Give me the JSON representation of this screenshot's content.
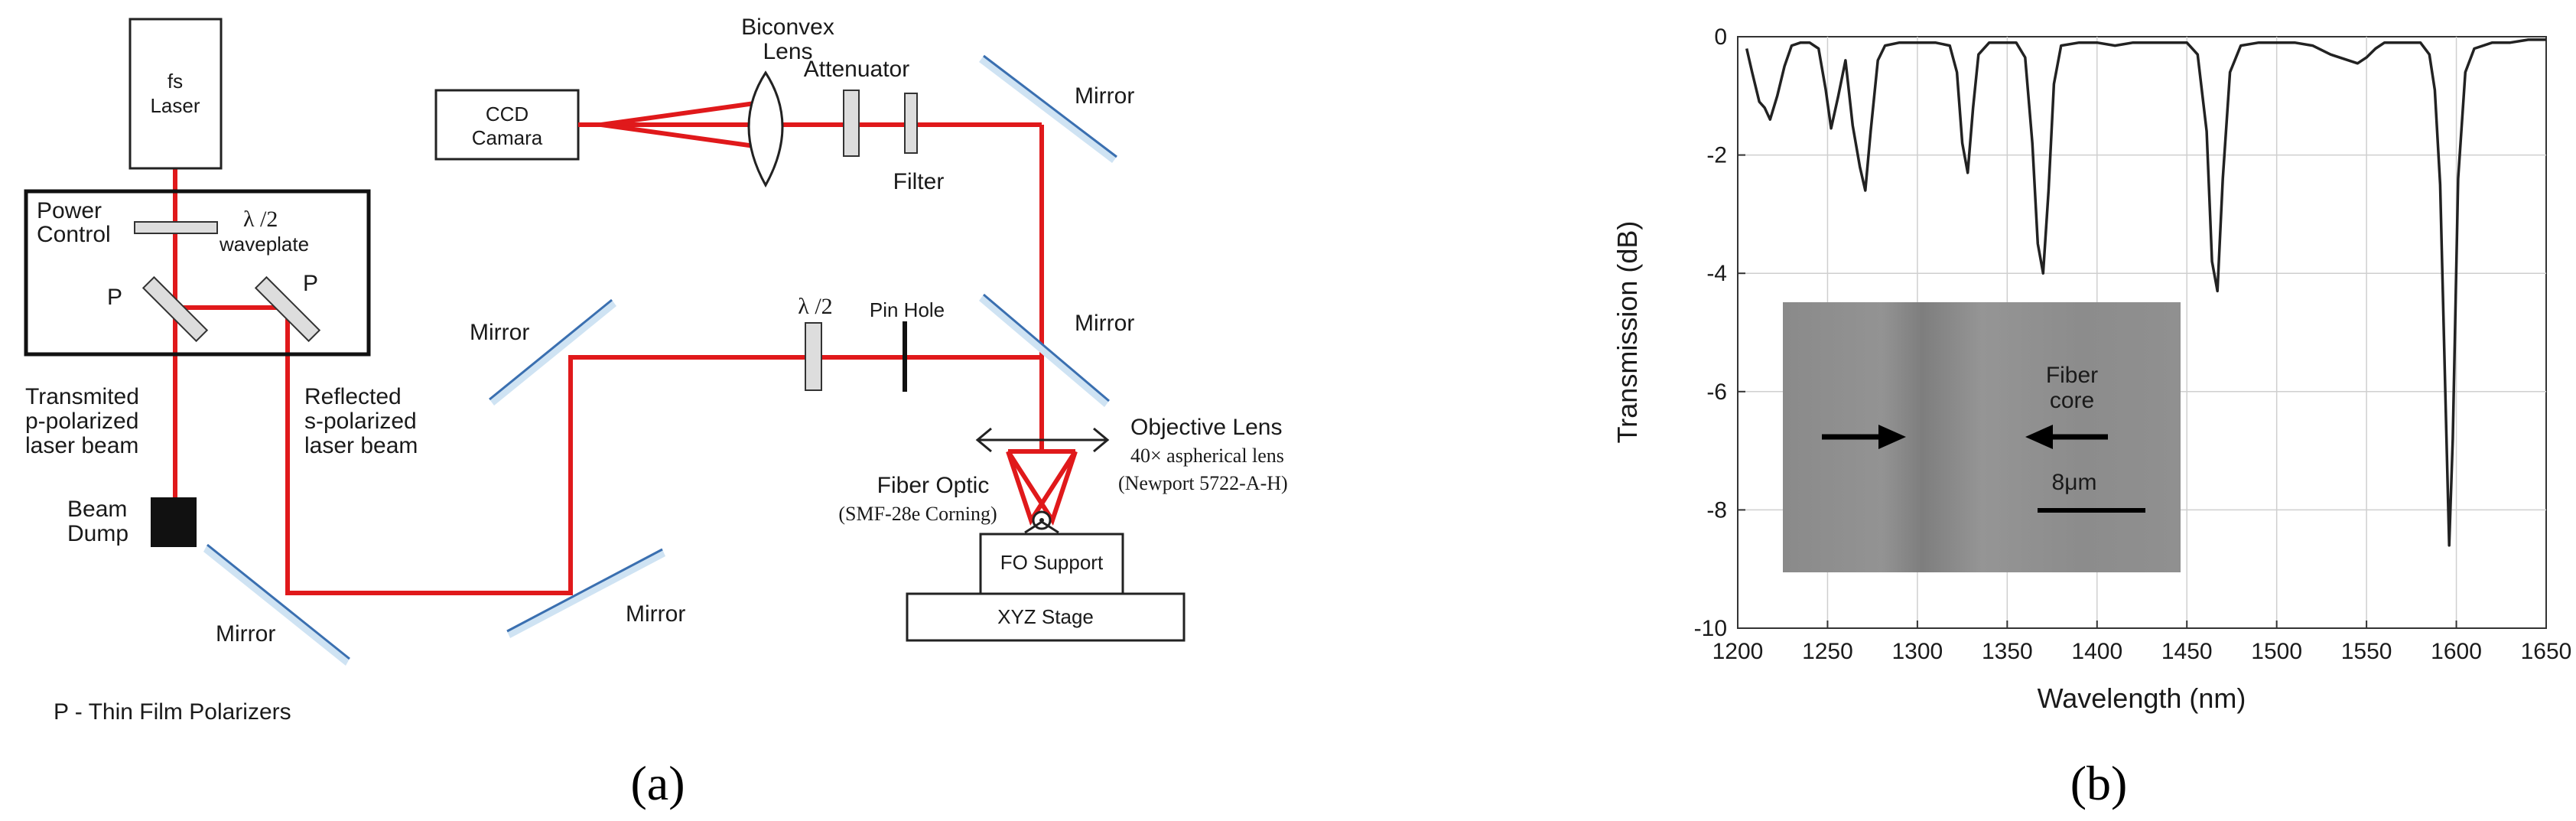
{
  "panel_a": {
    "label": "(a)",
    "fs_laser_line1": "fs",
    "fs_laser_line2": "Laser",
    "power_control_line1": "Power",
    "power_control_line2": "Control",
    "half_wave_symbol": "λ /2",
    "waveplate": "waveplate",
    "polarizer_left": "P",
    "polarizer_right": "P",
    "transmitted_line1": "Transmited",
    "transmitted_line2": "p-polarized",
    "transmitted_line3": "laser beam",
    "reflected_line1": "Reflected",
    "reflected_line2": "s-polarized",
    "reflected_line3": "laser beam",
    "beam_dump_line1": "Beam",
    "beam_dump_line2": "Dump",
    "mirror": "Mirror",
    "thin_film_polarizers": "P - Thin Film Polarizers",
    "ccd_line1": "CCD",
    "ccd_line2": "Camara",
    "biconvex_line1": "Biconvex",
    "biconvex_line2": "Lens",
    "attenuator": "Attenuator",
    "filter": "Filter",
    "half_wave_symbol_2": "λ /2",
    "pin_hole": "Pin Hole",
    "objective_lens": "Objective Lens",
    "objective_detail_line1": "40× aspherical lens",
    "objective_detail_line2": "(Newport 5722-A-H)",
    "fiber_optic": "Fiber Optic",
    "fiber_detail": "(SMF-28e Corning)",
    "fo_support": "FO Support",
    "xyz_stage": "XYZ Stage"
  },
  "panel_b": {
    "label": "(b)",
    "inset": {
      "fiber_core_line1": "Fiber",
      "fiber_core_line2": "core",
      "scale_bar": "8μm"
    }
  },
  "chart_data": {
    "type": "line",
    "xlabel": "Wavelength (nm)",
    "ylabel": "Transmission (dB)",
    "xlim": [
      1200,
      1650
    ],
    "ylim": [
      -10,
      0
    ],
    "xticks": [
      1200,
      1250,
      1300,
      1350,
      1400,
      1450,
      1500,
      1550,
      1600,
      1650
    ],
    "yticks": [
      0,
      -2,
      -4,
      -6,
      -8,
      -10
    ],
    "grid": true,
    "series": [
      {
        "x": [
          1205,
          1208,
          1212,
          1215,
          1218,
          1222,
          1226,
          1230,
          1235,
          1240,
          1245,
          1249,
          1252,
          1256,
          1260,
          1264,
          1268,
          1271,
          1274,
          1278,
          1282,
          1290,
          1300,
          1310,
          1318,
          1322,
          1325,
          1328,
          1331,
          1334,
          1340,
          1348,
          1355,
          1360,
          1364,
          1367,
          1370,
          1373,
          1376,
          1380,
          1390,
          1400,
          1410,
          1420,
          1430,
          1440,
          1450,
          1456,
          1461,
          1464,
          1467,
          1470,
          1474,
          1480,
          1490,
          1500,
          1510,
          1520,
          1530,
          1540,
          1545,
          1550,
          1555,
          1560,
          1570,
          1575,
          1580,
          1585,
          1588,
          1591,
          1594,
          1596,
          1598,
          1601,
          1605,
          1610,
          1620,
          1630,
          1640,
          1650
        ],
        "values": [
          -0.2,
          -0.6,
          -1.1,
          -1.2,
          -1.4,
          -1.0,
          -0.5,
          -0.15,
          -0.1,
          -0.1,
          -0.2,
          -0.9,
          -1.55,
          -1.0,
          -0.4,
          -1.5,
          -2.2,
          -2.6,
          -1.6,
          -0.4,
          -0.15,
          -0.1,
          -0.1,
          -0.1,
          -0.15,
          -0.6,
          -1.8,
          -2.3,
          -1.2,
          -0.3,
          -0.1,
          -0.1,
          -0.1,
          -0.35,
          -1.8,
          -3.5,
          -4.0,
          -2.6,
          -0.8,
          -0.15,
          -0.1,
          -0.1,
          -0.15,
          -0.1,
          -0.1,
          -0.1,
          -0.1,
          -0.3,
          -1.6,
          -3.8,
          -4.3,
          -2.4,
          -0.6,
          -0.15,
          -0.1,
          -0.1,
          -0.1,
          -0.15,
          -0.3,
          -0.4,
          -0.45,
          -0.35,
          -0.2,
          -0.1,
          -0.1,
          -0.1,
          -0.1,
          -0.3,
          -0.9,
          -2.5,
          -6.2,
          -8.6,
          -6.8,
          -2.4,
          -0.6,
          -0.2,
          -0.1,
          -0.1,
          -0.05,
          -0.05
        ]
      }
    ]
  }
}
